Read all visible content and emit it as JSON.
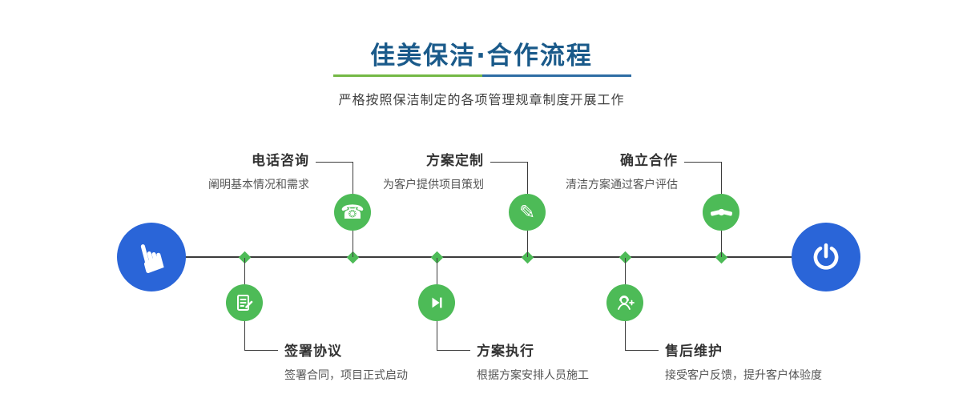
{
  "header": {
    "title": "佳美保洁·合作流程",
    "subtitle": "严格按照保洁制定的各项管理规章制度开展工作"
  },
  "colors": {
    "title_blue": "#1a5a8a",
    "underline_green": "#74b845",
    "underline_blue": "#2e6da4",
    "node_green": "#4dbb57",
    "endpoint_blue": "#2a65d8",
    "line_dark": "#3c3c3c"
  },
  "endpoints": {
    "start_icon": "hand-pointer-icon",
    "end_icon": "power-icon"
  },
  "steps_top": [
    {
      "title": "电话咨询",
      "desc": "阐明基本情况和需求",
      "icon": "phone-icon"
    },
    {
      "title": "方案定制",
      "desc": "为客户提供项目策划",
      "icon": "pencil-icon"
    },
    {
      "title": "确立合作",
      "desc": "清洁方案通过客户评估",
      "icon": "handshake-icon"
    }
  ],
  "steps_bottom": [
    {
      "title": "签署协议",
      "desc": "签署合同，项目正式启动",
      "icon": "document-edit-icon"
    },
    {
      "title": "方案执行",
      "desc": "根据方案安排人员施工",
      "icon": "play-forward-icon"
    },
    {
      "title": "售后维护",
      "desc": "接受客户反馈，提升客户体验度",
      "icon": "headset-support-icon"
    }
  ]
}
